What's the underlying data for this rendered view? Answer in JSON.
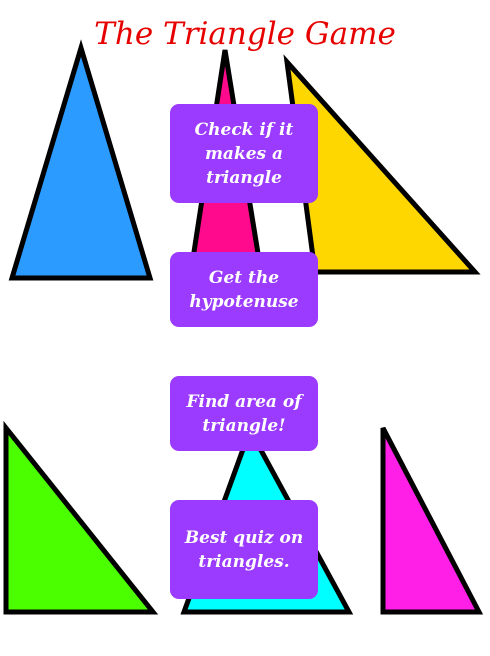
{
  "title": "The Triangle Game",
  "colors": {
    "title": "#e60000",
    "button": "#9b3bff",
    "outline": "#000000",
    "blue": "#2b9bff",
    "pink": "#ff0a8c",
    "yellow": "#ffd700",
    "green": "#4cff00",
    "cyan": "#00ffff",
    "magenta": "#ff1fe6"
  },
  "menu": {
    "check_label": "Check if it makes a triangle",
    "hypotenuse_label": "Get the hypotenuse",
    "area_label": "Find area of triangle!",
    "quiz_label": "Best quiz on triangles."
  }
}
